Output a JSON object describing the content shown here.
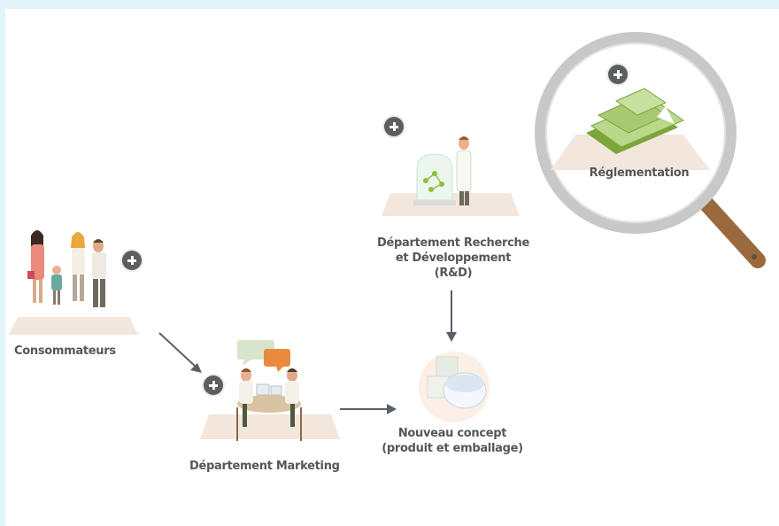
{
  "nodes": {
    "consommateurs": {
      "label": "Consommateurs"
    },
    "marketing": {
      "label": "Département Marketing"
    },
    "rd": {
      "line1": "Département Recherche",
      "line2": "et Développement",
      "line3": "(R&D)"
    },
    "concept": {
      "line1": "Nouveau concept",
      "line2": "(produit et emballage)"
    },
    "reglementation": {
      "label": "Réglementation"
    }
  },
  "colors": {
    "text": "#565656",
    "plus_button": "#5b5d5f",
    "arrow": "#5a6068",
    "accent_green": "#8fbf3a",
    "magnifier_handle": "#9a6a3e",
    "background": "#e3f3fb"
  },
  "icons": [
    "plus-icon",
    "arrow-icon",
    "magnifier-icon"
  ]
}
